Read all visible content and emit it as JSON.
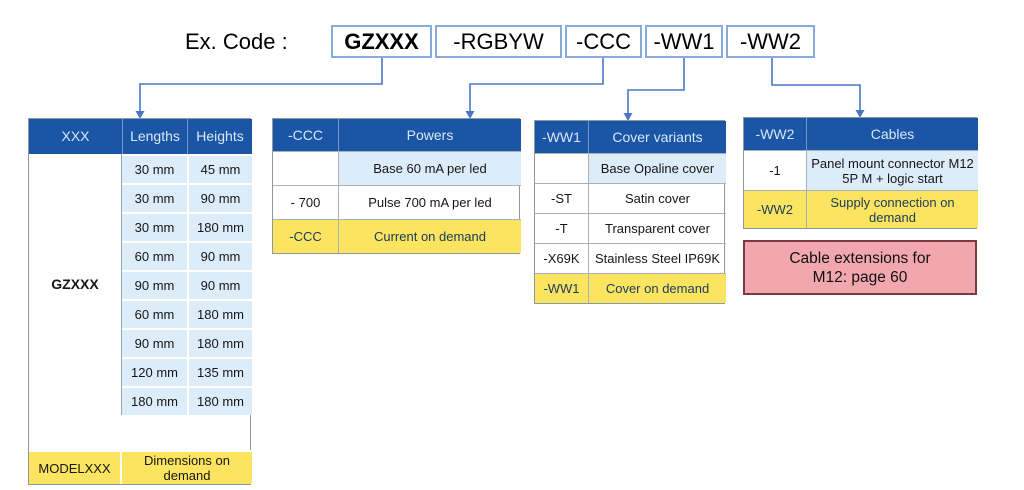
{
  "code_row": {
    "label": "Ex. Code :",
    "segments": [
      {
        "text": "GZXXX"
      },
      {
        "text": "-RGBYW"
      },
      {
        "text": "-CCC"
      },
      {
        "text": "-WW1"
      },
      {
        "text": "-WW2"
      }
    ]
  },
  "tables": {
    "dimensions": {
      "headers": {
        "code": "XXX",
        "lengths": "Lengths",
        "heights": "Heights"
      },
      "group_code": "GZXXX",
      "rows": [
        {
          "len": "30 mm",
          "hgt": "45 mm"
        },
        {
          "len": "30 mm",
          "hgt": "90 mm"
        },
        {
          "len": "30 mm",
          "hgt": "180 mm"
        },
        {
          "len": "60 mm",
          "hgt": "90 mm"
        },
        {
          "len": "90 mm",
          "hgt": "90 mm"
        },
        {
          "len": "60 mm",
          "hgt": "180 mm"
        },
        {
          "len": "90 mm",
          "hgt": "180 mm"
        },
        {
          "len": "120 mm",
          "hgt": "135 mm"
        },
        {
          "len": "180 mm",
          "hgt": "180 mm"
        }
      ],
      "footer": {
        "code": "MODELXXX",
        "desc": "Dimensions on demand"
      }
    },
    "powers": {
      "headers": {
        "code": "-CCC",
        "desc": "Powers"
      },
      "rows": [
        {
          "code": "",
          "desc": "Base 60 mA per led"
        },
        {
          "code": "- 700",
          "desc": "Pulse 700 mA per led"
        },
        {
          "code": "-CCC",
          "desc": "Current on demand"
        }
      ]
    },
    "covers": {
      "headers": {
        "code": "-WW1",
        "desc": "Cover variants"
      },
      "rows": [
        {
          "code": "",
          "desc": "Base Opaline cover"
        },
        {
          "code": "-ST",
          "desc": "Satin cover"
        },
        {
          "code": "-T",
          "desc": "Transparent cover"
        },
        {
          "code": "-X69K",
          "desc": "Stainless Steel IP69K"
        },
        {
          "code": "-WW1",
          "desc": "Cover on demand"
        }
      ]
    },
    "cables": {
      "headers": {
        "code": "-WW2",
        "desc": "Cables"
      },
      "rows": [
        {
          "code": "-1",
          "desc": "Panel mount connector M12 5P M + logic start"
        },
        {
          "code": "-WW2",
          "desc": "Supply connection on demand"
        }
      ]
    }
  },
  "note": {
    "line1": "Cable extensions for",
    "line2": "M12: page 60"
  },
  "colors": {
    "header_blue": "#1a56a5",
    "row_light_blue": "#ddecf9",
    "row_yellow": "#fbe45f",
    "note_pink": "#f2a7ae",
    "note_border": "#7c3b43",
    "connector_blue": "#4a77c4",
    "code_box_border": "#87abdc"
  }
}
